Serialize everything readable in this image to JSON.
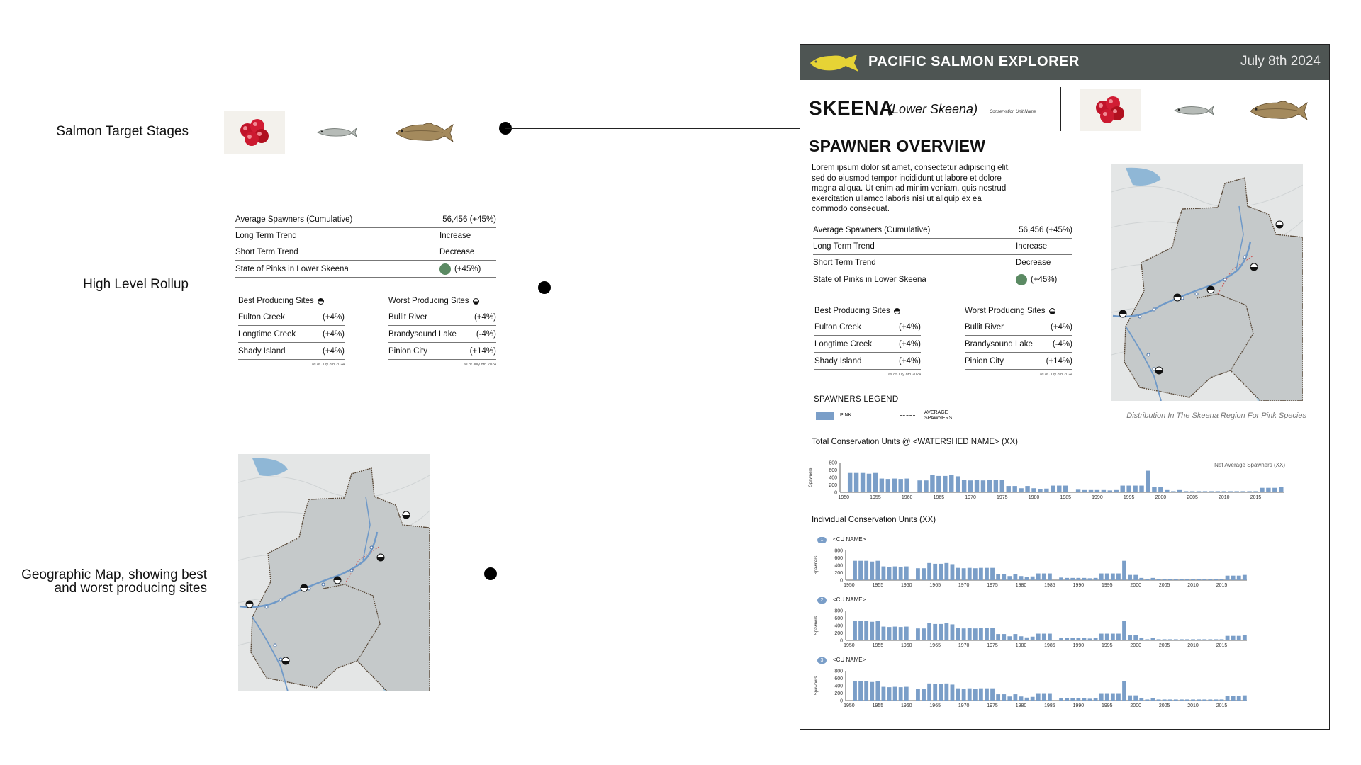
{
  "labels": {
    "target_stages": "Salmon Target Stages",
    "rollup": "High Level Rollup",
    "map_line1": "Geographic Map, showing best",
    "map_line2": "and worst producing sites"
  },
  "rollup": {
    "rows": [
      {
        "label": "Average Spawners (Cumulative)",
        "value": "56,456 (+45%)"
      },
      {
        "label": "Long Term Trend",
        "value": "Increase"
      },
      {
        "label": "Short Term Trend",
        "value": "Decrease"
      },
      {
        "label": "State of Pinks in Lower Skeena",
        "value": "(+45%)",
        "status_color": "#5b8a63"
      }
    ],
    "best": {
      "title": "Best Producing Sites",
      "sites": [
        {
          "name": "Fulton Creek",
          "change": "(+4%)"
        },
        {
          "name": "Longtime Creek",
          "change": "(+4%)"
        },
        {
          "name": "Shady Island",
          "change": "(+4%)"
        }
      ],
      "asof": "as of July 8th 2024"
    },
    "worst": {
      "title": "Worst Producing Sites",
      "sites": [
        {
          "name": "Bullit River",
          "change": "(+4%)"
        },
        {
          "name": "Brandysound Lake",
          "change": "(-4%)"
        },
        {
          "name": "Pinion City",
          "change": "(+14%)"
        }
      ],
      "asof": "as of July 8th 2024"
    }
  },
  "panel": {
    "brand": "PACIFIC SALMON EXPLORER",
    "date": "July 8th 2024",
    "region": "SKEENA",
    "subregion": "(Lower Skeena)",
    "cu_label": "Conservation Unit Name",
    "overview_title": "SPAWNER OVERVIEW",
    "lorem": "Lorem ipsum dolor sit amet, consectetur adipiscing elit, sed do eiusmod tempor incididunt ut labore et dolore magna aliqua. Ut enim ad minim veniam, quis nostrud exercitation ullamco laboris nisi ut aliquip ex ea commodo consequat.",
    "map_caption": "Distribution In The Skeena Region For Pink Species",
    "legend_title": "SPAWNERS LEGEND",
    "legend_pink": "PINK",
    "legend_avg": "AVERAGE\nSPAWNERS",
    "total_title": "Total Conservation Units @ <WATERSHED NAME> (XX)",
    "net_avg": "Net Average Spawners (XX)",
    "individual_title": "Individual Conservation Units (XX)",
    "cu_items": [
      {
        "num": "1",
        "name": "<CU NAME>"
      },
      {
        "num": "2",
        "name": "<CU NAME>"
      },
      {
        "num": "3",
        "name": "<CU NAME>"
      }
    ]
  },
  "colors": {
    "header_bg": "#4e5553",
    "bar": "#7a9ec8",
    "status_good": "#5b8a63",
    "map_fill": "#c9cccd",
    "river": "#6f99c8"
  },
  "icons": [
    "salmon-eggs-icon",
    "juvenile-salmon-icon",
    "adult-salmon-icon",
    "salmon-logo-icon"
  ],
  "chart_data": [
    {
      "type": "bar",
      "title": "Total Conservation Units @ <WATERSHED NAME> (XX)",
      "ylabel": "Spawners",
      "ylim": [
        0,
        800
      ],
      "yticks": [
        0,
        200,
        400,
        600,
        800
      ],
      "xticks": [
        1950,
        1955,
        1960,
        1965,
        1970,
        1975,
        1980,
        1985,
        1990,
        1995,
        2000,
        2005,
        2010,
        2015
      ],
      "x": [
        1950,
        1951,
        1952,
        1953,
        1954,
        1955,
        1956,
        1957,
        1958,
        1959,
        1960,
        1961,
        1962,
        1963,
        1964,
        1965,
        1966,
        1967,
        1968,
        1969,
        1970,
        1971,
        1972,
        1973,
        1974,
        1975,
        1976,
        1977,
        1978,
        1979,
        1980,
        1981,
        1982,
        1983,
        1984,
        1985,
        1986,
        1987,
        1988,
        1989,
        1990,
        1991,
        1992,
        1993,
        1994,
        1995,
        1996,
        1997,
        1998,
        1999,
        2000,
        2001,
        2002,
        2003,
        2004,
        2005,
        2006,
        2007,
        2008,
        2009,
        2010,
        2011,
        2012,
        2013,
        2014,
        2015,
        2016,
        2017,
        2018,
        2019
      ],
      "series": [
        {
          "values": [
            0,
            520,
            520,
            520,
            500,
            520,
            370,
            360,
            370,
            360,
            370,
            0,
            320,
            320,
            460,
            440,
            440,
            460,
            430,
            330,
            320,
            330,
            320,
            330,
            330,
            330,
            170,
            170,
            110,
            170,
            110,
            80,
            100,
            180,
            180,
            180,
            0,
            70,
            60,
            60,
            60,
            60,
            50,
            60,
            180,
            180,
            180,
            180,
            580,
            140,
            140,
            60,
            30,
            60,
            30,
            30,
            30,
            30,
            30,
            30,
            30,
            30,
            30,
            30,
            30,
            30,
            120,
            120,
            120,
            140
          ]
        }
      ]
    },
    {
      "type": "bar",
      "title": "<CU NAME>",
      "ylabel": "Spawners",
      "ylim": [
        0,
        800
      ],
      "yticks": [
        0,
        200,
        400,
        600,
        800
      ],
      "xticks": [
        1950,
        1955,
        1960,
        1965,
        1970,
        1975,
        1980,
        1985,
        1990,
        1995,
        2000,
        2005,
        2010,
        2015
      ],
      "x": [
        1950,
        1951,
        1952,
        1953,
        1954,
        1955,
        1956,
        1957,
        1958,
        1959,
        1960,
        1961,
        1962,
        1963,
        1964,
        1965,
        1966,
        1967,
        1968,
        1969,
        1970,
        1971,
        1972,
        1973,
        1974,
        1975,
        1976,
        1977,
        1978,
        1979,
        1980,
        1981,
        1982,
        1983,
        1984,
        1985,
        1986,
        1987,
        1988,
        1989,
        1990,
        1991,
        1992,
        1993,
        1994,
        1995,
        1996,
        1997,
        1998,
        1999,
        2000,
        2001,
        2002,
        2003,
        2004,
        2005,
        2006,
        2007,
        2008,
        2009,
        2010,
        2011,
        2012,
        2013,
        2014,
        2015,
        2016,
        2017,
        2018,
        2019
      ],
      "series": [
        {
          "values": [
            0,
            520,
            520,
            520,
            500,
            520,
            370,
            360,
            370,
            360,
            370,
            0,
            320,
            320,
            460,
            440,
            440,
            460,
            430,
            330,
            320,
            330,
            320,
            330,
            330,
            330,
            170,
            170,
            110,
            170,
            110,
            80,
            100,
            180,
            180,
            180,
            0,
            70,
            60,
            60,
            60,
            60,
            50,
            60,
            180,
            180,
            180,
            180,
            520,
            140,
            140,
            60,
            30,
            60,
            30,
            30,
            30,
            30,
            30,
            30,
            30,
            30,
            30,
            30,
            30,
            30,
            120,
            120,
            120,
            140
          ]
        }
      ]
    },
    {
      "type": "bar",
      "title": "<CU NAME>",
      "ylabel": "Spawners",
      "ylim": [
        0,
        800
      ],
      "yticks": [
        0,
        200,
        400,
        600,
        800
      ],
      "xticks": [
        1950,
        1955,
        1960,
        1965,
        1970,
        1975,
        1980,
        1985,
        1990,
        1995,
        2000,
        2005,
        2010,
        2015
      ],
      "x": [
        1950,
        1951,
        1952,
        1953,
        1954,
        1955,
        1956,
        1957,
        1958,
        1959,
        1960,
        1961,
        1962,
        1963,
        1964,
        1965,
        1966,
        1967,
        1968,
        1969,
        1970,
        1971,
        1972,
        1973,
        1974,
        1975,
        1976,
        1977,
        1978,
        1979,
        1980,
        1981,
        1982,
        1983,
        1984,
        1985,
        1986,
        1987,
        1988,
        1989,
        1990,
        1991,
        1992,
        1993,
        1994,
        1995,
        1996,
        1997,
        1998,
        1999,
        2000,
        2001,
        2002,
        2003,
        2004,
        2005,
        2006,
        2007,
        2008,
        2009,
        2010,
        2011,
        2012,
        2013,
        2014,
        2015,
        2016,
        2017,
        2018,
        2019
      ],
      "series": [
        {
          "values": [
            0,
            520,
            520,
            520,
            500,
            520,
            370,
            360,
            370,
            360,
            370,
            0,
            320,
            320,
            460,
            440,
            440,
            460,
            430,
            330,
            320,
            330,
            320,
            330,
            330,
            330,
            170,
            170,
            110,
            170,
            110,
            80,
            100,
            180,
            180,
            180,
            0,
            70,
            60,
            60,
            60,
            60,
            50,
            60,
            180,
            180,
            180,
            180,
            520,
            140,
            140,
            60,
            30,
            60,
            30,
            30,
            30,
            30,
            30,
            30,
            30,
            30,
            30,
            30,
            30,
            30,
            120,
            120,
            120,
            140
          ]
        }
      ]
    },
    {
      "type": "bar",
      "title": "<CU NAME>",
      "ylabel": "Spawners",
      "ylim": [
        0,
        800
      ],
      "yticks": [
        0,
        200,
        400,
        600,
        800
      ],
      "xticks": [
        1950,
        1955,
        1960,
        1965,
        1970,
        1975,
        1980,
        1985,
        1990,
        1995,
        2000,
        2005,
        2010,
        2015
      ],
      "x": [
        1950,
        1951,
        1952,
        1953,
        1954,
        1955,
        1956,
        1957,
        1958,
        1959,
        1960,
        1961,
        1962,
        1963,
        1964,
        1965,
        1966,
        1967,
        1968,
        1969,
        1970,
        1971,
        1972,
        1973,
        1974,
        1975,
        1976,
        1977,
        1978,
        1979,
        1980,
        1981,
        1982,
        1983,
        1984,
        1985,
        1986,
        1987,
        1988,
        1989,
        1990,
        1991,
        1992,
        1993,
        1994,
        1995,
        1996,
        1997,
        1998,
        1999,
        2000,
        2001,
        2002,
        2003,
        2004,
        2005,
        2006,
        2007,
        2008,
        2009,
        2010,
        2011,
        2012,
        2013,
        2014,
        2015,
        2016,
        2017,
        2018,
        2019
      ],
      "series": [
        {
          "values": [
            0,
            520,
            520,
            520,
            500,
            520,
            370,
            360,
            370,
            360,
            370,
            0,
            320,
            320,
            460,
            440,
            440,
            460,
            430,
            330,
            320,
            330,
            320,
            330,
            330,
            330,
            170,
            170,
            110,
            170,
            110,
            80,
            100,
            180,
            180,
            180,
            0,
            70,
            60,
            60,
            60,
            60,
            50,
            60,
            180,
            180,
            180,
            180,
            520,
            140,
            140,
            60,
            30,
            60,
            30,
            30,
            30,
            30,
            30,
            30,
            30,
            30,
            30,
            30,
            30,
            30,
            120,
            120,
            120,
            140
          ]
        }
      ]
    }
  ]
}
